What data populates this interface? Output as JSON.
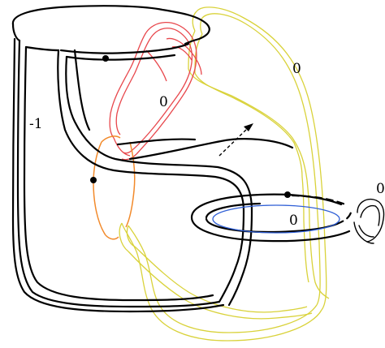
{
  "labels": {
    "framing_black": "-1",
    "framing_red": "0",
    "framing_yellow": "0",
    "framing_blue": "0",
    "framing_small": "0"
  },
  "colors": {
    "black": "#000000",
    "red": "#e8474c",
    "yellow": "#d9d23a",
    "orange": "#f28a2b",
    "blue": "#2f5fd6"
  },
  "icons": {
    "arrow": "dashed-arrow",
    "dots": "dotted-circle-markers"
  }
}
